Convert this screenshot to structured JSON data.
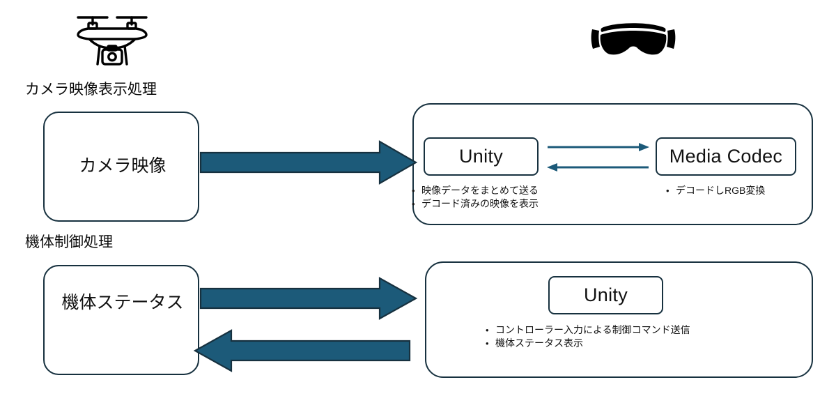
{
  "diagram": {
    "title_hidden": "",
    "colors": {
      "arrow_fill": "#1c5a79",
      "arrow_stroke": "#17313f",
      "box_stroke": "#17313f",
      "thin_arrow": "#1c5a79",
      "text": "#111111",
      "background": "#ffffff"
    },
    "icons": {
      "drone": "drone-icon",
      "headset": "vr-headset-icon"
    },
    "sections": [
      {
        "caption": "カメラ映像表示処理",
        "source_box": {
          "label": "カメラ映像"
        },
        "flow_arrows": [
          {
            "direction": "right",
            "name": "camera-video-flow-arrow"
          }
        ],
        "target_group": {
          "boxes": [
            {
              "label": "Unity"
            },
            {
              "label": "Media Codec"
            }
          ],
          "inner_arrows": [
            {
              "direction": "right",
              "name": "unity-to-codec-arrow"
            },
            {
              "direction": "left",
              "name": "codec-to-unity-arrow"
            }
          ],
          "bullet_groups": [
            {
              "name": "unity-bullets",
              "items": [
                "映像データをまとめて送る",
                "デコード済みの映像を表示"
              ]
            },
            {
              "name": "media-codec-bullets",
              "items": [
                "デコードしRGB変換"
              ]
            }
          ]
        }
      },
      {
        "caption": "機体制御処理",
        "source_box": {
          "label": "機体ステータス"
        },
        "flow_arrows": [
          {
            "direction": "right",
            "name": "status-request-arrow"
          },
          {
            "direction": "left",
            "name": "control-command-arrow"
          }
        ],
        "target_group": {
          "boxes": [
            {
              "label": "Unity"
            }
          ],
          "inner_arrows": [],
          "bullet_groups": [
            {
              "name": "control-bullets",
              "items": [
                "コントローラー入力による制御コマンド送信",
                "機体ステータス表示"
              ]
            }
          ]
        }
      }
    ]
  }
}
